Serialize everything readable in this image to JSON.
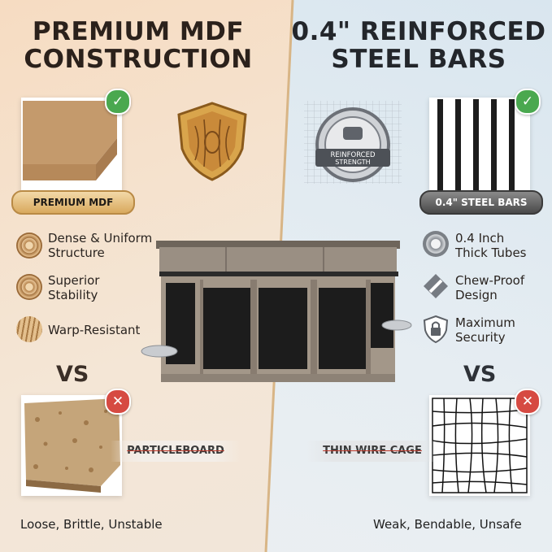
{
  "left": {
    "heading_line1": "PREMIUM MDF",
    "heading_line2": "CONSTRUCTION",
    "material_label": "PREMIUM MDF",
    "features": [
      "Dense & Uniform Structure",
      "Superior Stability",
      "Warp-Resistant"
    ],
    "features_split": [
      [
        "Dense & Uniform",
        "Structure"
      ],
      [
        "Superior",
        "Stability"
      ],
      [
        "Warp-Resistant",
        ""
      ]
    ],
    "vs": "VS",
    "bad_material_label": "PARTICLEBOARD",
    "bad_caption": "Loose, Brittle, Unstable"
  },
  "right": {
    "heading_line1": "0.4\" REINFORCED",
    "heading_line2": "STEEL BARS",
    "material_label": "0.4\" STEEL BARS",
    "emblem_text": "REINFORCED STRENGTH",
    "emblem_line1": "REINFORCED",
    "emblem_line2": "STRENGTH",
    "features_split": [
      [
        "0.4 Inch",
        "Thick Tubes"
      ],
      [
        "Chew-Proof",
        "Design"
      ],
      [
        "Maximum",
        "Security"
      ]
    ],
    "vs": "VS",
    "bad_material_label": "THIN WIRE CAGE",
    "bad_caption": "Weak, Bendable, Unsafe"
  },
  "icons": [
    "check-icon",
    "cross-icon",
    "shield-icon",
    "wood-ring-icon",
    "tube-icon",
    "chew-proof-icon",
    "lock-shield-icon"
  ],
  "colors": {
    "accent_gold": "#c9903a",
    "check_green": "#4aa84f",
    "cross_red": "#d64a42",
    "steel_grey": "#5a5a5a"
  }
}
